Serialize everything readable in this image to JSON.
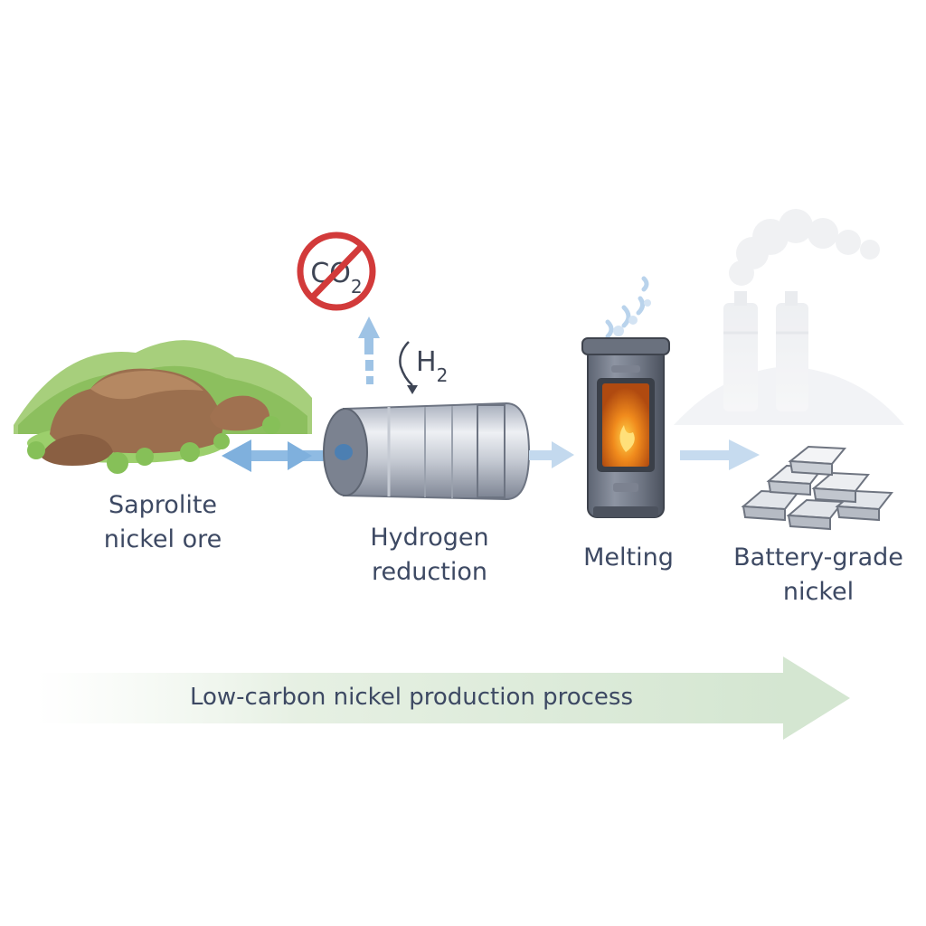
{
  "stages": [
    {
      "id": "ore",
      "label_lines": [
        "Saprolite",
        "nickel ore"
      ]
    },
    {
      "id": "hydrogen",
      "label_lines": [
        "Hydrogen",
        "reduction"
      ]
    },
    {
      "id": "melting",
      "label_lines": [
        "Melting"
      ]
    },
    {
      "id": "product",
      "label_lines": [
        "Battery-grade",
        "nickel"
      ]
    }
  ],
  "annotations": {
    "no_co2": "CO2",
    "hydrogen_input": "H2"
  },
  "banner": {
    "text": "Low-carbon nickel production process"
  },
  "colors": {
    "flow_arrow": "#8fb7de",
    "banner_arrow": "#d9e8d7",
    "forbidden_sign": "#d23a3a",
    "furnace_glow": "#e8841c"
  },
  "icons": {
    "ore": "rock-mountain-icon",
    "reactor": "cylinder-reactor-icon",
    "furnace": "furnace-icon",
    "ingots": "nickel-ingot-stack-icon",
    "factory": "factory-smokestack-icon",
    "no_co2": "no-co2-icon"
  }
}
